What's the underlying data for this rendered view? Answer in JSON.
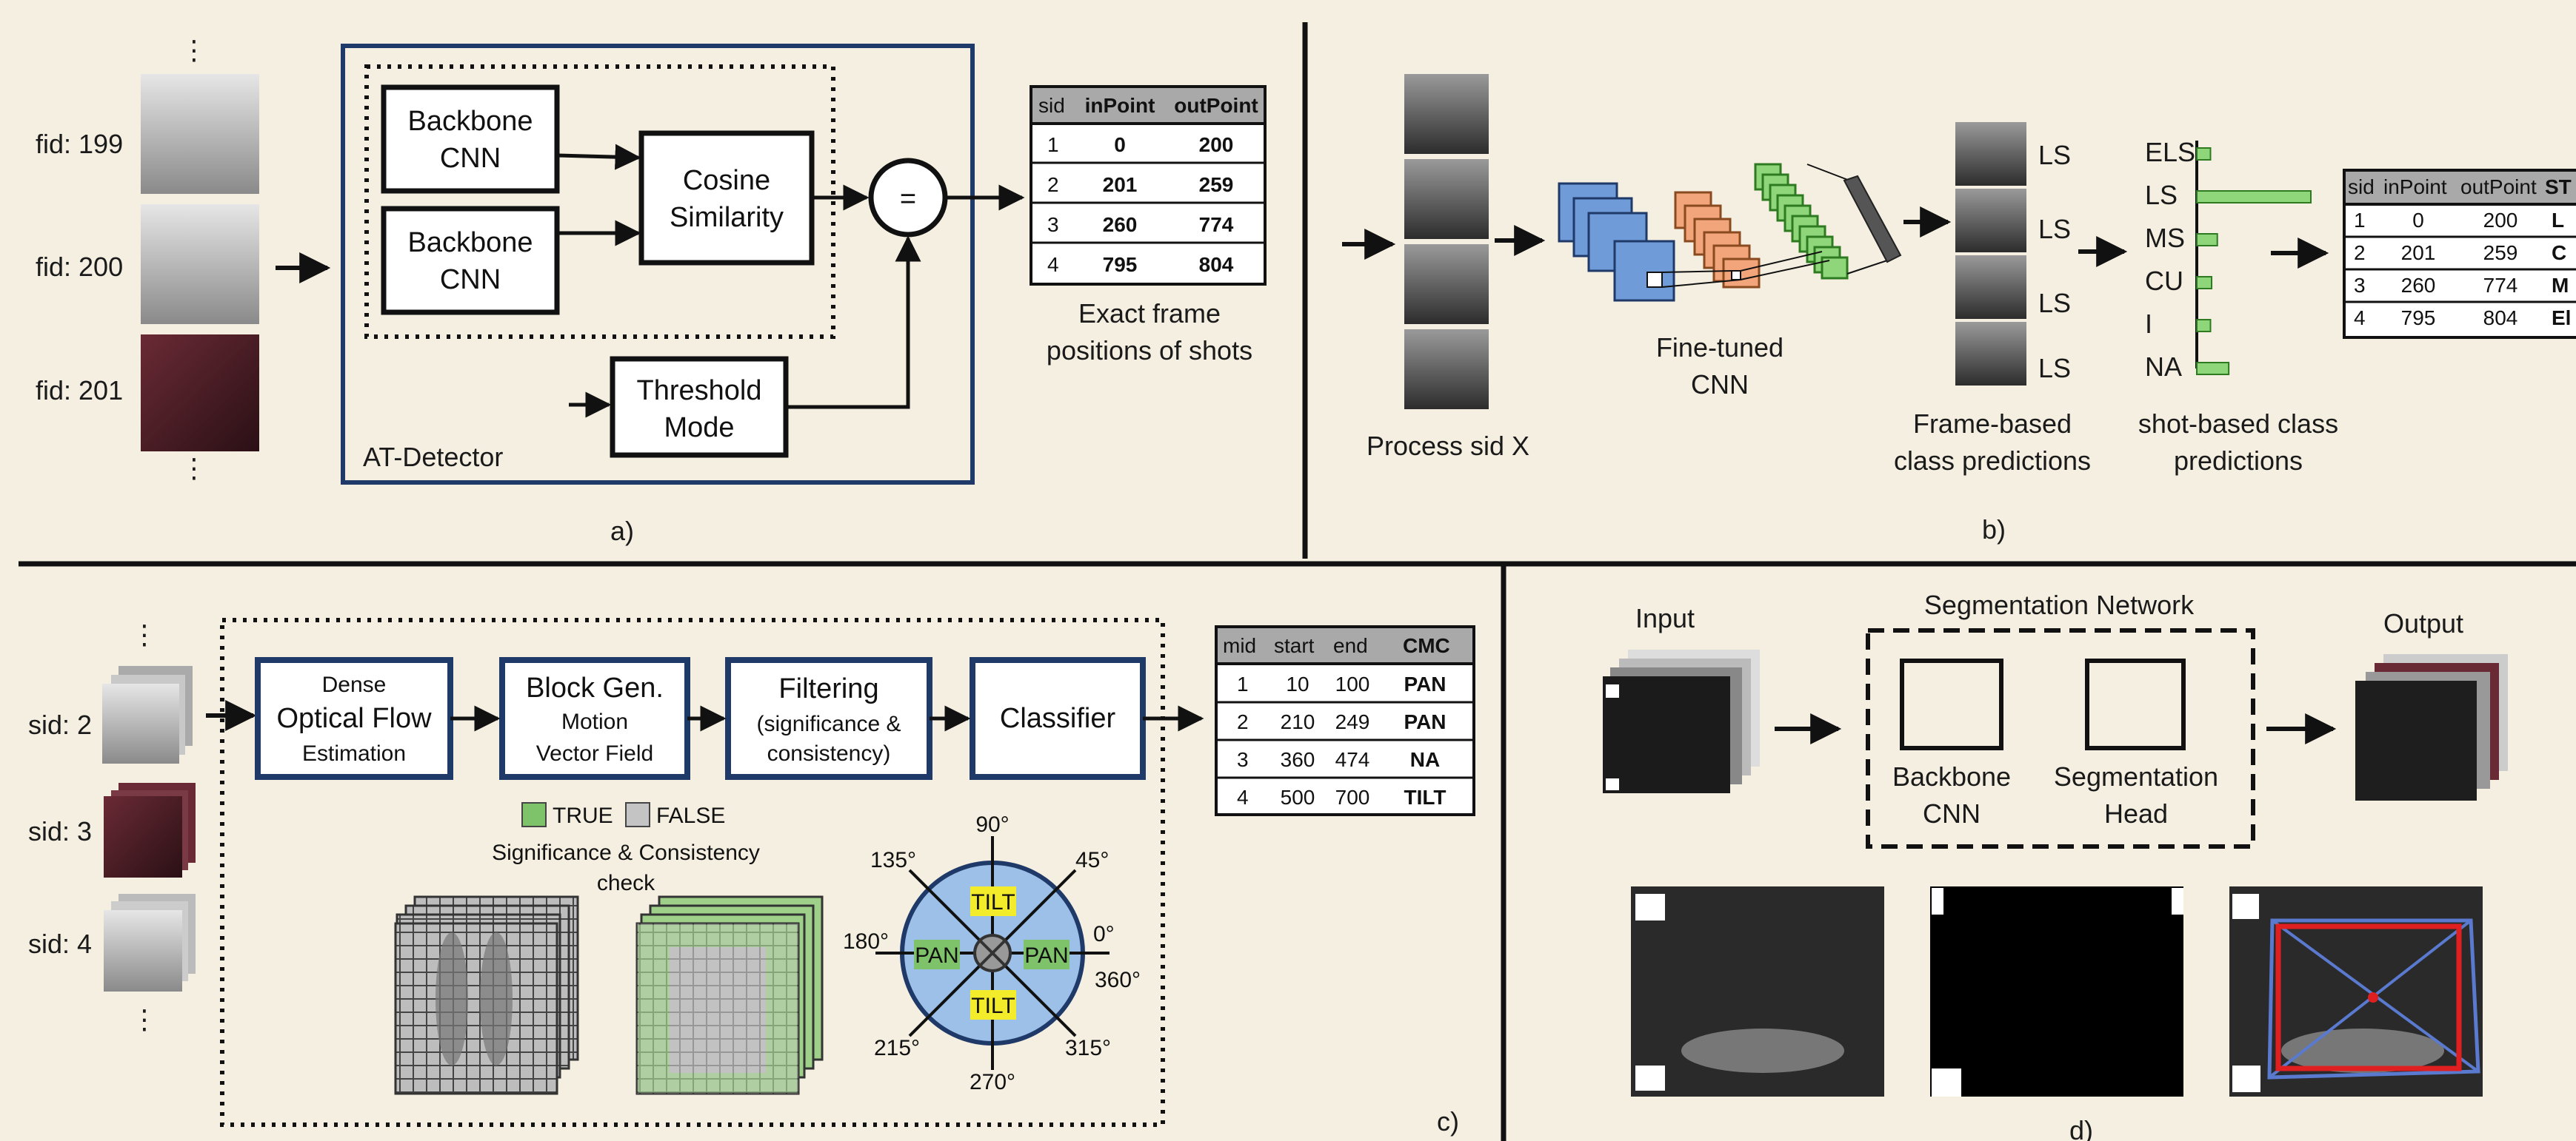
{
  "panel_a": {
    "dots": "⋮",
    "frames": [
      {
        "label": "fid: 199"
      },
      {
        "label": "fid: 200"
      },
      {
        "label": "fid: 201"
      }
    ],
    "backbone1": [
      "Backbone",
      "CNN"
    ],
    "backbone2": [
      "Backbone",
      "CNN"
    ],
    "cosine": [
      "Cosine",
      "Similarity"
    ],
    "equals": "=",
    "threshold": [
      "Threshold",
      "Mode"
    ],
    "detector_label": "AT-Detector",
    "table": {
      "headers": [
        "sid",
        "inPoint",
        "outPoint"
      ],
      "rows": [
        [
          "1",
          "0",
          "200"
        ],
        [
          "2",
          "201",
          "259"
        ],
        [
          "3",
          "260",
          "774"
        ],
        [
          "4",
          "795",
          "804"
        ]
      ]
    },
    "caption": [
      "Exact frame",
      "positions of shots"
    ],
    "panel_label": "a)"
  },
  "panel_b": {
    "process_label": "Process sid X",
    "cnn_label": [
      "Fine-tuned",
      "CNN"
    ],
    "frame_preds": [
      "LS",
      "LS",
      "LS",
      "LS"
    ],
    "frame_caption": [
      "Frame-based",
      "class predictions"
    ],
    "shot_classes": [
      "ELS",
      "LS",
      "MS",
      "CU",
      "I",
      "NA"
    ],
    "shot_values": [
      0.12,
      1.0,
      0.18,
      0.13,
      0.12,
      0.28
    ],
    "shot_caption": [
      "shot-based class",
      "predictions"
    ],
    "table": {
      "headers": [
        "sid",
        "inPoint",
        "outPoint",
        "ST"
      ],
      "rows": [
        [
          "1",
          "0",
          "200",
          "L"
        ],
        [
          "2",
          "201",
          "259",
          "C"
        ],
        [
          "3",
          "260",
          "774",
          "M"
        ],
        [
          "4",
          "795",
          "804",
          "El"
        ]
      ]
    },
    "panel_label": "b)"
  },
  "panel_c": {
    "dots": "⋮",
    "inputs": [
      {
        "label": "sid: 2"
      },
      {
        "label": "sid: 3"
      },
      {
        "label": "sid: 4"
      }
    ],
    "box1": {
      "line1": "Dense",
      "line2": "Optical Flow",
      "line3": "Estimation"
    },
    "box2": {
      "line1": "Block Gen.",
      "line2": "Motion",
      "line3": "Vector Field"
    },
    "box3": {
      "line1": "Filtering",
      "line2": "(significance &",
      "line3": "consistency)"
    },
    "box4": "Classifier",
    "legend_true": "TRUE",
    "legend_false": "FALSE",
    "check_caption": [
      "Significance & Consistency",
      "check"
    ],
    "compass": {
      "angles": [
        "90°",
        "45°",
        "0°",
        "360°",
        "315°",
        "270°",
        "215°",
        "180°",
        "135°"
      ],
      "tilt": "TILT",
      "pan": "PAN"
    },
    "table": {
      "headers": [
        "mid",
        "start",
        "end",
        "CMC"
      ],
      "rows": [
        [
          "1",
          "10",
          "100",
          "PAN"
        ],
        [
          "2",
          "210",
          "249",
          "PAN"
        ],
        [
          "3",
          "360",
          "474",
          "NA"
        ],
        [
          "4",
          "500",
          "700",
          "TILT"
        ]
      ]
    },
    "panel_label": "c)"
  },
  "panel_d": {
    "input_label": "Input",
    "network_label": "Segmentation Network",
    "backbone": [
      "Backbone",
      "CNN"
    ],
    "seg_head": [
      "Segmentation",
      "Head"
    ],
    "output_label": "Output",
    "panel_label": "d)"
  },
  "colors": {
    "background": "#f4efe1",
    "navy": "#1f3a68",
    "blue_cube": "#6f9bd8",
    "orange_cube": "#f2a47a",
    "green_cube": "#8fd67a",
    "true_green": "#7ec26a",
    "false_gray": "#c4c4c4",
    "tilt_yellow": "#f2ec2a",
    "compass_blue": "#9cc0e8",
    "red_box": "#e02020"
  }
}
